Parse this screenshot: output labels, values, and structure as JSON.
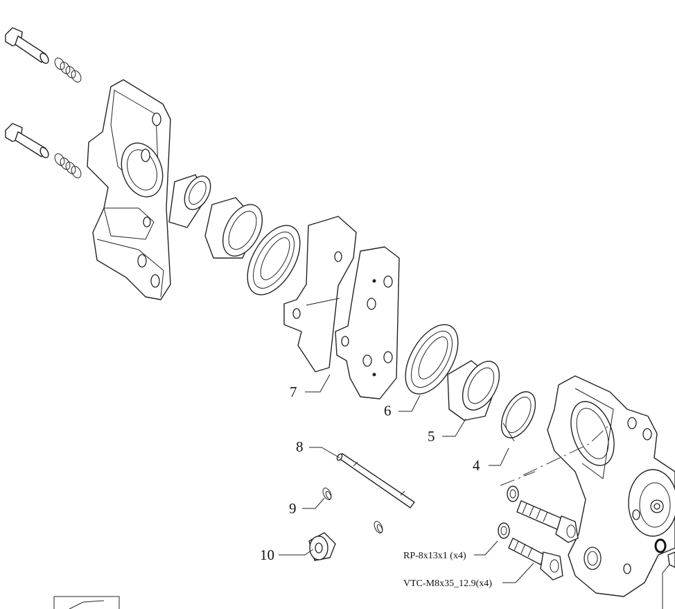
{
  "diagram": {
    "callouts": [
      {
        "id": "7",
        "label": "7"
      },
      {
        "id": "6",
        "label": "6"
      },
      {
        "id": "5",
        "label": "5"
      },
      {
        "id": "4",
        "label": "4"
      },
      {
        "id": "8",
        "label": "8"
      },
      {
        "id": "9",
        "label": "9"
      },
      {
        "id": "10",
        "label": "10"
      }
    ],
    "notes": {
      "washer": "RP-8x13x1 (x4)",
      "screw": "VTC-M8x35_12.9(x4)"
    }
  }
}
